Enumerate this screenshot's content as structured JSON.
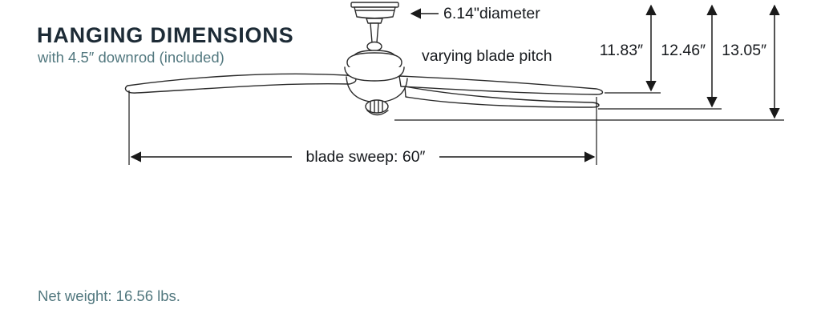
{
  "header": {
    "title": "HANGING DIMENSIONS",
    "subtitle": "with 4.5″ downrod (included)"
  },
  "diagram": {
    "canopy_diameter_label": "6.14\"diameter",
    "blade_pitch_label": "varying blade pitch",
    "height_labels": [
      "11.83″",
      "12.46″",
      "13.05″"
    ],
    "blade_sweep_label": "blade sweep: 60″"
  },
  "footer": {
    "net_weight": "Net weight: 16.56 lbs."
  },
  "colors": {
    "heading": "#1d2b36",
    "accent_teal": "#52787f",
    "line_art": "#2b2b2b",
    "dimension_lines": "#1a1a1a",
    "background": "#ffffff"
  }
}
